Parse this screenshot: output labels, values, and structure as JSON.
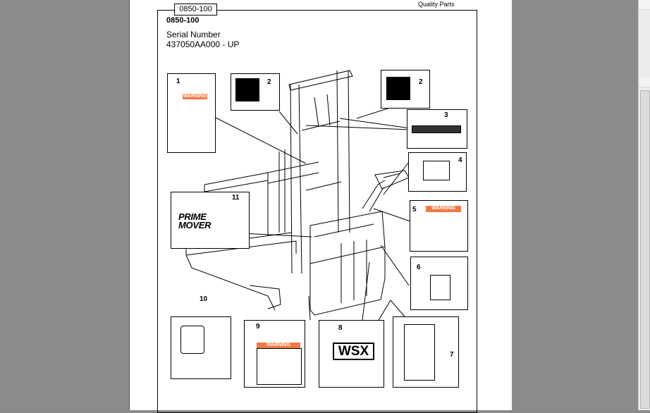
{
  "header": {
    "section": "Quality Parts"
  },
  "page": {
    "tag": "0850-100",
    "title": "0850-100",
    "serial_label": "Serial Number",
    "serial_value": "437050AA000 - UP"
  },
  "callouts": {
    "n1": "1",
    "n2a": "2",
    "n2b": "2",
    "n3": "3",
    "n4": "4",
    "n5": "5",
    "n6": "6",
    "n7": "7",
    "n8": "8",
    "n9": "9",
    "n10": "10",
    "n11": "11"
  },
  "decals": {
    "warning": "WARNING",
    "wsx": "WSX",
    "prime_mover_line1": "PRIME",
    "prime_mover_line2": "MOVER"
  }
}
